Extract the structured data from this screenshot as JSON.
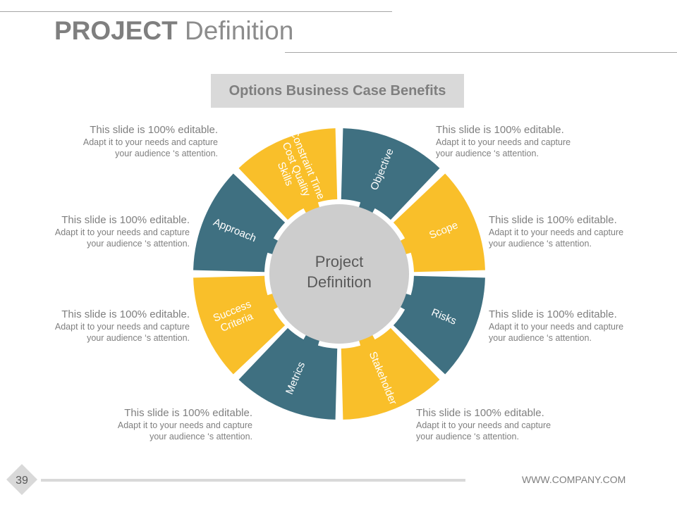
{
  "slide": {
    "title_strong": "PROJECT",
    "title_light": "Definition",
    "subtitle": "Options Business Case Benefits",
    "page_number": "39",
    "footer_url": "WWW.COMPANY.COM"
  },
  "colors": {
    "teal": "#3f7081",
    "yellow": "#f9bf2a",
    "hub": "#cdcdcd",
    "hub_text": "#595959",
    "segment_text": "#ffffff",
    "body_text": "#7f7f7f"
  },
  "hub": {
    "line1": "Project",
    "line2": "Definition"
  },
  "segments": [
    {
      "lines": [
        "Objective"
      ],
      "color": "teal"
    },
    {
      "lines": [
        "Scope"
      ],
      "color": "yellow"
    },
    {
      "lines": [
        "Risks"
      ],
      "color": "teal"
    },
    {
      "lines": [
        "Stakeholder"
      ],
      "color": "yellow"
    },
    {
      "lines": [
        "Metrics"
      ],
      "color": "teal"
    },
    {
      "lines": [
        "Success",
        "Criteria"
      ],
      "color": "yellow"
    },
    {
      "lines": [
        "Approach"
      ],
      "color": "teal"
    },
    {
      "lines": [
        "Constraint Time",
        "Cost Quality",
        "Skills"
      ],
      "color": "yellow"
    }
  ],
  "descriptions": [
    {
      "head": "This slide is 100% editable.",
      "line1": "Adapt it to your needs and capture",
      "line2": "your  audience ‘s attention."
    },
    {
      "head": "This slide is 100% editable.",
      "line1": "Adapt it to your needs and capture",
      "line2": "your  audience ‘s attention."
    },
    {
      "head": "This slide is 100% editable.",
      "line1": "Adapt it to your needs and capture",
      "line2": "your  audience ‘s attention."
    },
    {
      "head": "This slide is 100% editable.",
      "line1": "Adapt it to your needs and capture",
      "line2": "your  audience ‘s attention."
    },
    {
      "head": "This slide is 100% editable.",
      "line1": "Adapt it to your needs and capture",
      "line2": "your  audience ‘s attention."
    },
    {
      "head": "This slide is 100% editable.",
      "line1": "Adapt it to your needs and capture",
      "line2": "your  audience ‘s attention."
    },
    {
      "head": "This slide is 100% editable.",
      "line1": "Adapt it to your needs and capture",
      "line2": "your  audience ‘s attention."
    },
    {
      "head": "This slide is 100% editable.",
      "line1": "Adapt it to your needs and capture",
      "line2": "your  audience ‘s attention."
    }
  ]
}
